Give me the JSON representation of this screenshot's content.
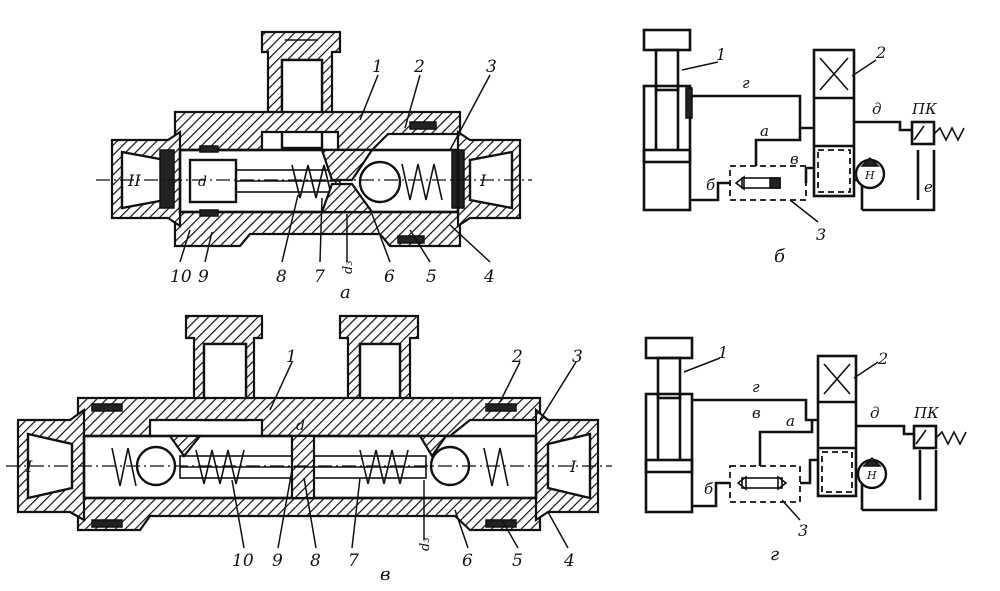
{
  "fig_a": {
    "caption": "а",
    "callouts": [
      "1",
      "2",
      "3",
      "4",
      "5",
      "6",
      "7",
      "8",
      "9",
      "10"
    ],
    "port_left": "II",
    "port_right": "I",
    "dim_d": "d",
    "dim_d3": "d₃"
  },
  "fig_v": {
    "caption": "в",
    "callouts": [
      "1",
      "2",
      "3",
      "4",
      "5",
      "6",
      "7",
      "8",
      "9",
      "10"
    ],
    "port_left": "I",
    "port_right": "I",
    "dim_d": "d",
    "dim_d3": "d₃"
  },
  "scheme_b": {
    "caption": "б",
    "callouts": [
      "1",
      "2",
      "3"
    ],
    "line_labels": [
      "г",
      "а",
      "в",
      "б",
      "д",
      "е"
    ],
    "relief_valve": "ПК",
    "pump": "Н"
  },
  "scheme_g": {
    "caption": "г",
    "callouts": [
      "1",
      "2",
      "3"
    ],
    "line_labels": [
      "г",
      "в",
      "а",
      "б",
      "д"
    ],
    "relief_valve": "ПК",
    "pump": "Н"
  }
}
